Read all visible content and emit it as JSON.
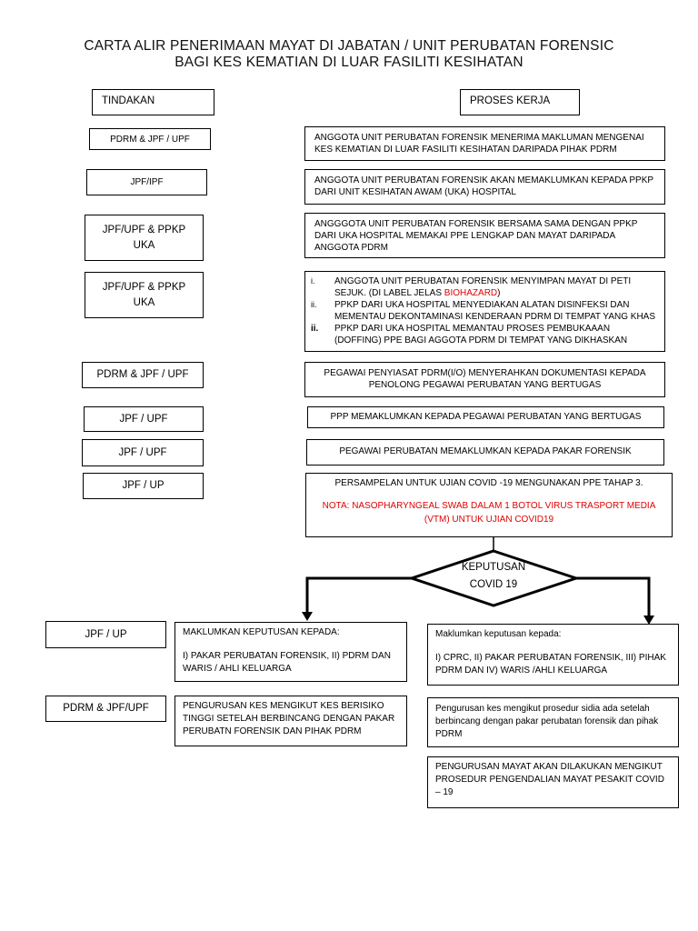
{
  "title": {
    "line1": "CARTA ALIR PENERIMAAN MAYAT DI JABATAN / UNIT PERUBATAN FORENSIC",
    "line2": "BAGI KES KEMATIAN DI LUAR FASILITI KESIHATAN"
  },
  "headers": {
    "tindakan": "TINDAKAN",
    "proses": "PROSES KERJA"
  },
  "steps": [
    {
      "actor": "PDRM & JPF / UPF",
      "process": "ANGGOTA UNIT PERUBATAN FORENSIK MENERIMA MAKLUMAN MENGENAI KES KEMATIAN DI LUAR FASILITI KESIHATAN DARIPADA PIHAK PDRM"
    },
    {
      "actor": "JPF/IPF",
      "process": "ANGGOTA UNIT PERUBATAN FORENSIK AKAN MEMAKLUMKAN KEPADA PPKP DARI UNIT KESIHATAN AWAM (UKA) HOSPITAL"
    },
    {
      "actor_line1": "JPF/UPF & PPKP",
      "actor_line2": "UKA",
      "process": "ANGGGOTA UNIT PERUBATAN FORENSIK BERSAMA SAMA DENGAN PPKP DARI UKA HOSPITAL MEMAKAI PPE LENGKAP DAN MAYAT DARIPADA ANGGOTA PDRM"
    },
    {
      "actor_line1": "JPF/UPF & PPKP",
      "actor_line2": "UKA",
      "items": [
        {
          "num": "i.",
          "text": "ANGGOTA UNIT PERUBATAN FORENSIK MENYIMPAN MAYAT DI PETI SEJUK. (DI LABEL JELAS ",
          "highlight": "BIOHAZARD",
          "suffix": ")"
        },
        {
          "num": "ii.",
          "text": "PPKP DARI UKA HOSPITAL MENYEDIAKAN ALATAN DISINFEKSI DAN MEMENTAU DEKONTAMINASI KENDERAAN PDRM DI TEMPAT  YANG KHAS"
        },
        {
          "num": "ii.",
          "text": "PPKP DARI UKA HOSPITAL MEMANTAU PROSES PEMBUKAAAN (DOFFING) PPE BAGI AGGOTA PDRM DI TEMPAT YANG DIKHASKAN"
        }
      ]
    },
    {
      "actor": "PDRM & JPF / UPF",
      "process": "PEGAWAI PENYIASAT PDRM(I/O) MENYERAHKAN DOKUMENTASI KEPADA PENOLONG PEGAWAI PERUBATAN YANG BERTUGAS"
    },
    {
      "actor": "JPF / UPF",
      "process": "PPP MEMAKLUMKAN KEPADA PEGAWAI PERUBATAN YANG BERTUGAS"
    },
    {
      "actor": "JPF / UPF",
      "process": "PEGAWAI PERUBATAN MEMAKLUMKAN KEPADA PAKAR FORENSIK"
    },
    {
      "actor": "JPF / UP",
      "process": "PERSAMPELAN UNTUK UJIAN COVID -19 MENGUNAKAN PPE TAHAP 3.",
      "note": "NOTA: NASOPHARYNGEAL SWAB DALAM 1 BOTOL VIRUS TRASPORT MEDIA (VTM) UNTUK UJIAN COVID19"
    }
  ],
  "decision": {
    "line1": "KEPUTUSAN",
    "line2": "COVID 19"
  },
  "bottom": {
    "actor1": "JPF / UP",
    "actor2": "PDRM & JPF/UPF",
    "positive_inform_title": "MAKLUMKAN KEPUTUSAN KEPADA:",
    "positive_inform_body": "I) PAKAR PERUBATAN FORENSIK, II) PDRM DAN WARIS / AHLI KELUARGA",
    "negative_inform_title": "Maklumkan keputusan kepada:",
    "negative_inform_body": "I) CPRC, II) PAKAR PERUBATAN FORENSIK, III) PIHAK PDRM DAN IV) WARIS /AHLI KELUARGA",
    "positive_manage": "PENGURUSAN KES MENGIKUT KES BERISIKO TINGGI SETELAH BERBINCANG DENGAN PAKAR PERUBATN FORENSIK DAN PIHAK PDRM",
    "negative_manage": "Pengurusan kes mengikut prosedur sidia ada setelah berbincang dengan pakar perubatan forensik dan pihak PDRM",
    "negative_final": "PENGURUSAN MAYAT AKAN DILAKUKAN MENGIKUT PROSEDUR PENGENDALIAN MAYAT PESAKIT COVID – 19"
  }
}
